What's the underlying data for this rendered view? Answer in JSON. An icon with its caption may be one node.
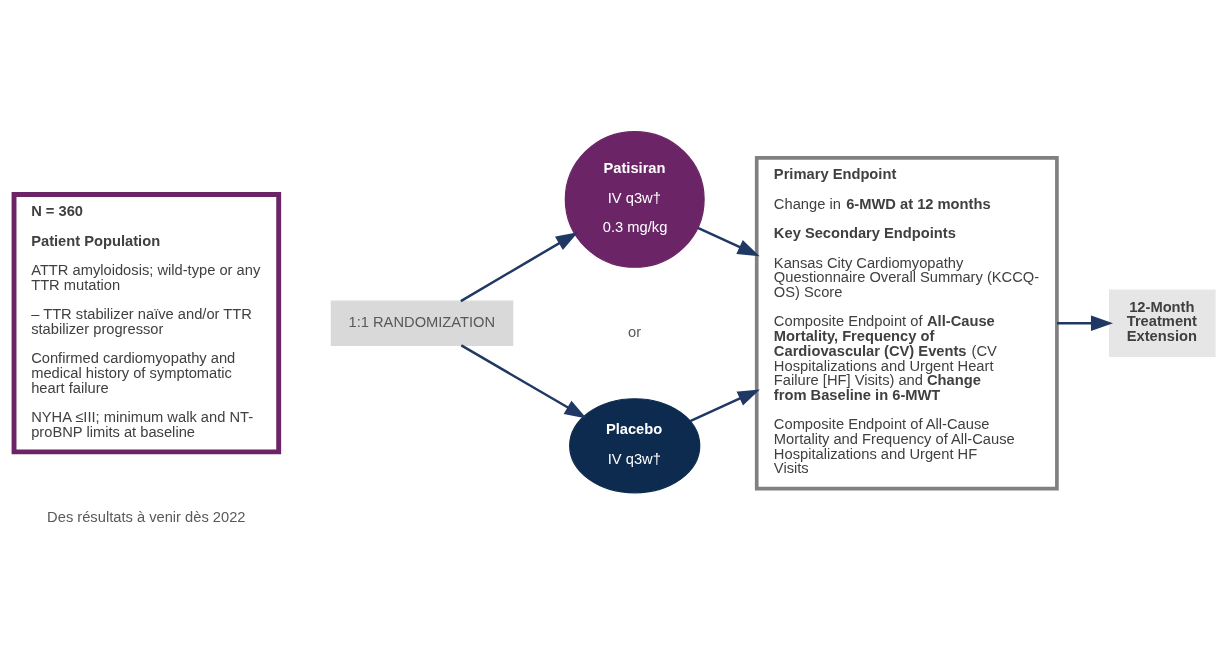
{
  "diagram": {
    "nodes": [
      {
        "text": [
          "N = 360",
          "Patient Population",
          "ATTR amyloidosis; wild-type or any TTR mutation",
          "– TTR stabilizer naïve and/or TTR stabilizer progressor",
          "Confirmed cardiomyopathy and medical history of symptomatic heart failure",
          "NYHA ≤III; minimum walk and NT-proBNP limits at baseline"
        ]
      },
      {
        "text": [
          "1:1 RANDOMIZATION"
        ]
      },
      {
        "text": [
          "Patisiran",
          "IV q3w†",
          "0.3 mg/kg"
        ]
      },
      {
        "text": [
          "Placebo",
          "IV q3w†"
        ]
      },
      {
        "text": [
          "Primary Endpoint",
          "Change in **6-MWD at 12 months**",
          "Key Secondary Endpoints",
          "Kansas City Cardiomyopathy Questionnaire Overall Summary (KCCQ-OS) Score",
          "Composite Endpoint of **All-Cause Mortality, Frequency of Cardiovascular (CV) Events** (CV Hospitalizations and Urgent Heart Failure [HF] Visits) and **Change from Baseline in 6-MWT**",
          "Composite Endpoint of All-Cause Mortality and Frequency of All-Cause Hospitalizations and Urgent HF Visits"
        ]
      },
      {
        "text": [
          "12-Month Treatment Extension"
        ]
      }
    ],
    "edges": [
      {
        "from": 1,
        "to": 2,
        "arrow": "to"
      },
      {
        "from": 1,
        "to": 3,
        "arrow": "to"
      },
      {
        "from": 2,
        "to": 4,
        "arrow": "to"
      },
      {
        "from": 3,
        "to": 4,
        "arrow": "to"
      },
      {
        "from": 4,
        "to": 5,
        "arrow": "to"
      }
    ],
    "labels": [
      "or",
      "Des résultats à venir dès 2022"
    ]
  }
}
